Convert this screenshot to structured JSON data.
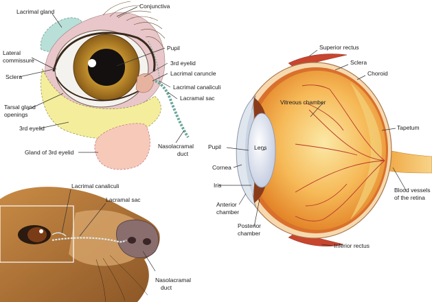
{
  "canine_eye_front": {
    "labels": {
      "lacrimal_gland": "Lacrimal gland",
      "conjunctiva": "Conjunctiva",
      "lateral_commissure_1": "Lateral",
      "lateral_commissure_2": "commissure",
      "pupil": "Pupil",
      "sclera": "Sclera",
      "third_eyelid_a": "3rd eyelid",
      "lacrimal_caruncle": "Lacrimal caruncle",
      "tarsal_gland_1": "Tarsal gland",
      "tarsal_gland_2": "openings",
      "lacrimal_canaliculi": "Lacrimal canaliculi",
      "lacramal_sac": "Lacramal sac",
      "third_eyelid_b": "3rd eyelid",
      "nasolacramal_1": "Nasolacramal",
      "nasolacramal_2": "duct",
      "gland_third_eyelid": "Gland of 3rd eyelid"
    }
  },
  "dog_muzzle": {
    "labels": {
      "lacrimal_canaliculi": "Lacrimal canaliculi",
      "lacramal_sac": "Lacramal sac",
      "nasolacramal_1": "Nasolacramal",
      "nasolacramal_2": "duct"
    }
  },
  "eye_cross_section": {
    "labels": {
      "superior_rectus": "Superior rectus",
      "sclera": "Sclera",
      "choroid": "Choroid",
      "vitreous_chamber": "Vitreous chamber",
      "tapetum": "Tapetum",
      "pupil": "Pupil",
      "lens": "Lens",
      "cornea": "Cornea",
      "iris": "Iris",
      "anterior_chamber_1": "Anterior",
      "anterior_chamber_2": "chamber",
      "posterior_chamber_1": "Posterior",
      "posterior_chamber_2": "chamber",
      "blood_vessels_1": "Blood vessels",
      "blood_vessels_2": "of the retina",
      "inferior_rectus": "Inferior rectus"
    }
  },
  "colors": {
    "iris": "#b8862e",
    "eyeball_orange": "#f2a23a",
    "yellow_region": "#f4ee9c",
    "pink_gland": "#f7c9b8",
    "teal_gland": "#b8dfd8",
    "vessel_red": "#c0392b",
    "fur": "#b77a3b",
    "nose": "#8a6e6e"
  }
}
